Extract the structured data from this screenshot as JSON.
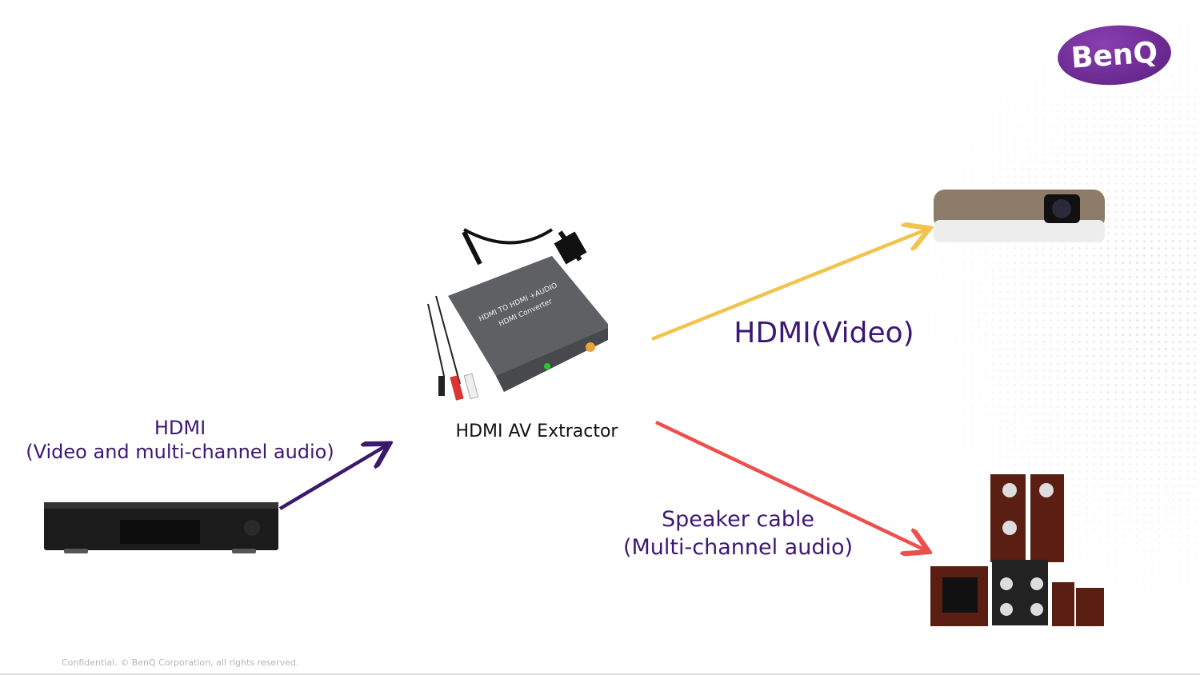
{
  "logo": {
    "text": "BenQ",
    "color": "#6a2a8c"
  },
  "labels": {
    "hdmi_input_line1": "HDMI",
    "hdmi_input_line2": "(Video and multi-channel audio)",
    "extractor": "HDMI AV Extractor",
    "hdmi_video": "HDMI(Video)",
    "speaker_line1": "Speaker cable",
    "speaker_line2": "(Multi-channel audio)"
  },
  "device_text": {
    "extractor_line1": "HDMI TO HDMI +AUDIO",
    "extractor_line2": "HDMI Converter"
  },
  "footer": "Confidential.  © BenQ Corporation, all rights reserved.",
  "colors": {
    "text": "#3d1872",
    "arrow_input": "#3b1a6b",
    "arrow_video": "#f2c34f",
    "arrow_audio": "#ee4f4c"
  }
}
